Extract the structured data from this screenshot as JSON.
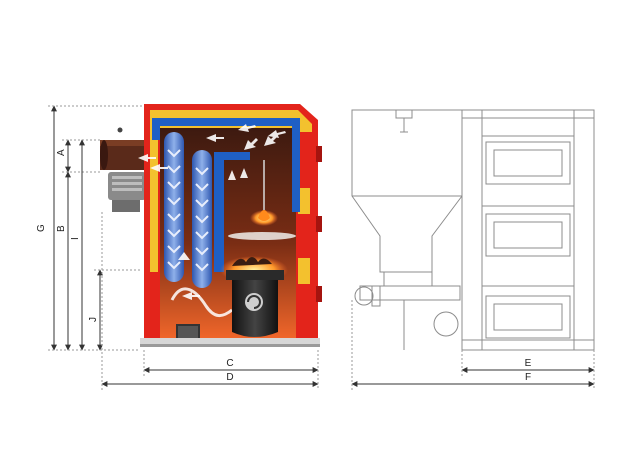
{
  "diagram": {
    "dimension_labels": {
      "A": "A",
      "B": "B",
      "C": "C",
      "D": "D",
      "E": "E",
      "F": "F",
      "G": "G",
      "I": "I",
      "J": "J"
    },
    "colors": {
      "shell_red": "#e3241b",
      "shell_dark_red": "#a5140f",
      "insulation_yellow": "#f3c12e",
      "chamber_dark": "#4a2113",
      "chamber_glow": "#f0662a",
      "water_jacket_blue": "#1f5fc4",
      "exchanger_blue": "#4f78c9",
      "burner_dark": "#1d1d1d",
      "flame_orange": "#ff8a1c",
      "outline_gray": "#8c8c8c",
      "dimension_line": "#333333"
    },
    "icons": [
      "arrow-up-icon",
      "flame-icon",
      "fan-motor-icon"
    ]
  }
}
